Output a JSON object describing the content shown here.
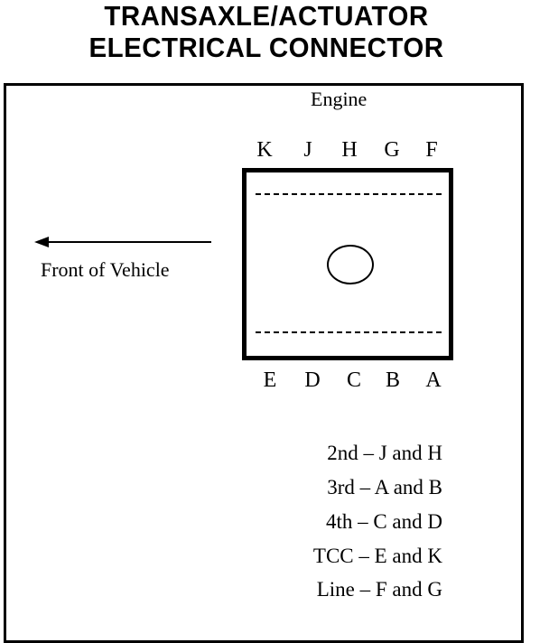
{
  "title": {
    "line1": "TRANSAXLE/ACTUATOR",
    "line2": "ELECTRICAL CONNECTOR"
  },
  "diagram": {
    "engine_label": "Engine",
    "front_label": "Front of Vehicle",
    "top_pins": [
      "K",
      "J",
      "H",
      "G",
      "F"
    ],
    "bottom_pins": [
      "E",
      "D",
      "C",
      "B",
      "A"
    ]
  },
  "legend": [
    "2nd – J and H",
    "3rd – A and B",
    "4th – C and D",
    "TCC – E and K",
    "Line – F and G"
  ]
}
